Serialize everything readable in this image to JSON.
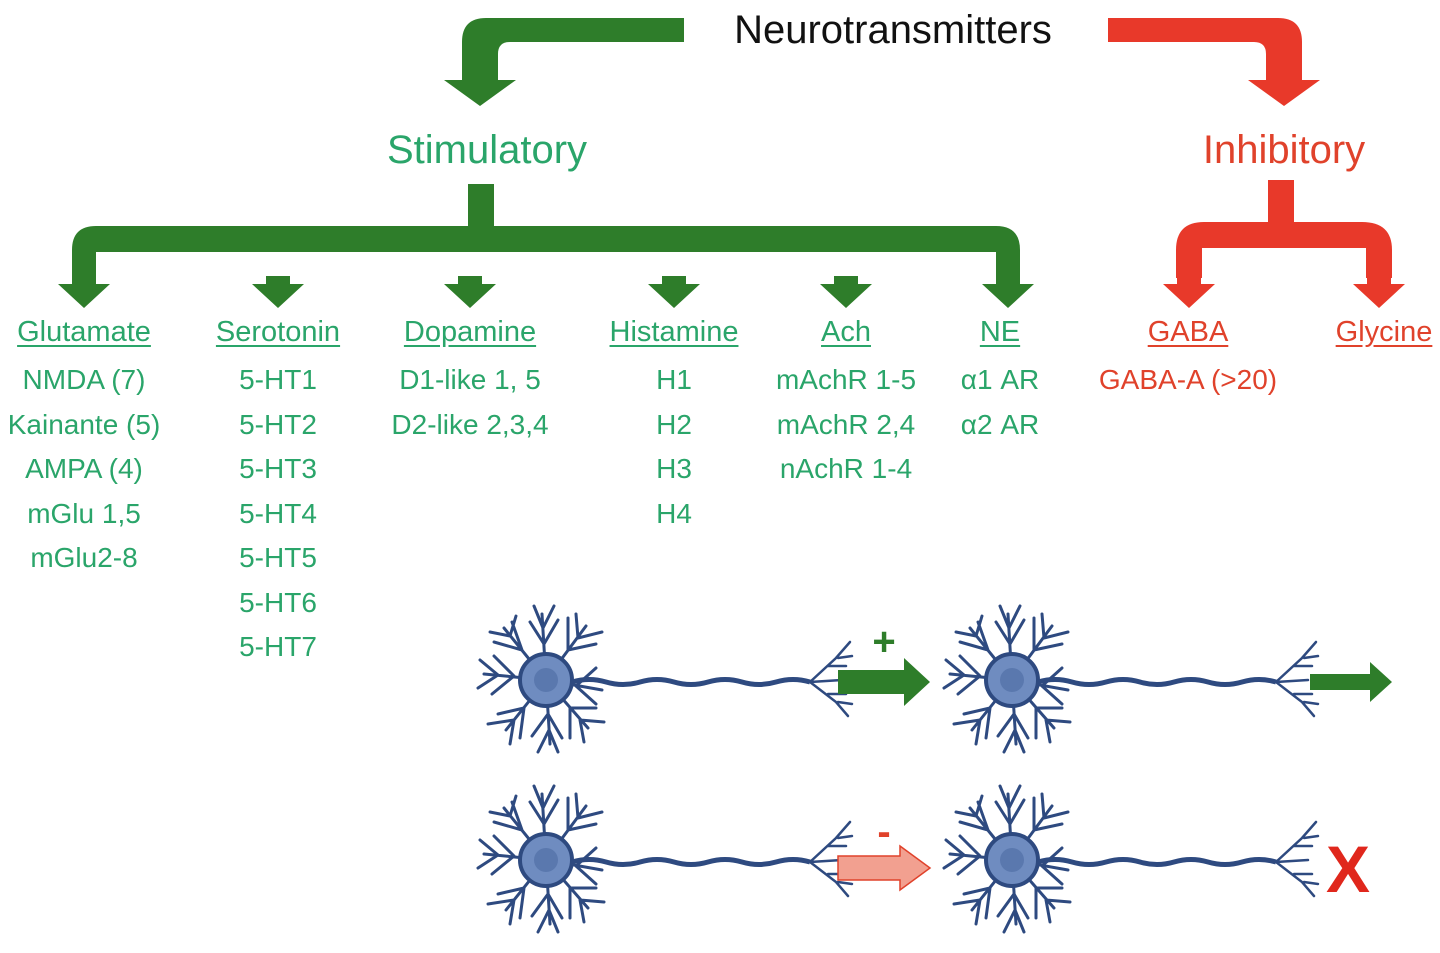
{
  "title": "Neurotransmitters",
  "stimulatory": {
    "label": "Stimulatory",
    "groups": [
      {
        "name": "Glutamate",
        "items": [
          "NMDA (7)",
          "Kainante (5)",
          "AMPA (4)",
          "mGlu 1,5",
          "mGlu2-8"
        ]
      },
      {
        "name": "Serotonin",
        "items": [
          "5-HT1",
          "5-HT2",
          "5-HT3",
          "5-HT4",
          "5-HT5",
          "5-HT6",
          "5-HT7"
        ]
      },
      {
        "name": "Dopamine",
        "items": [
          "D1-like 1, 5",
          "D2-like 2,3,4"
        ]
      },
      {
        "name": "Histamine",
        "items": [
          "H1",
          "H2",
          "H3",
          "H4"
        ]
      },
      {
        "name": "Ach",
        "items": [
          "mAchR 1-5",
          "mAchR 2,4",
          "nAchR 1-4"
        ]
      },
      {
        "name": "NE",
        "items": [
          "α1 AR",
          "α2 AR"
        ]
      }
    ]
  },
  "inhibitory": {
    "label": "Inhibitory",
    "groups": [
      {
        "name": "GABA",
        "items": [
          "GABA-A (>20)"
        ]
      },
      {
        "name": "Glycine",
        "items": []
      }
    ]
  },
  "signals": {
    "plus": "+",
    "minus": "-",
    "block": "X"
  },
  "colors": {
    "stim_arrow": "#2e7d2a",
    "stim_text": "#2aa56a",
    "inhib_arrow": "#e8392a",
    "inhib_text": "#e0422b",
    "neuron": "#2e4a80",
    "inhib_light_arrow": "#f2a090"
  }
}
